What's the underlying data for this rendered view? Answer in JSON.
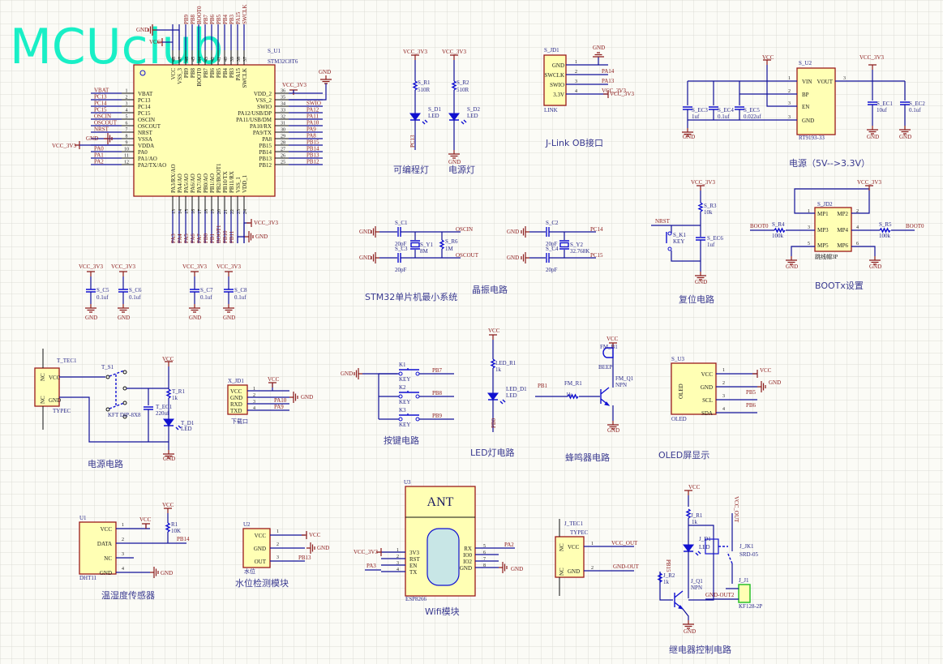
{
  "watermark": "MCUclub",
  "colors": {
    "wire": "#10109a",
    "net": "#8b1a1a",
    "body": "#ffffb4",
    "border": "#9b1a1a",
    "title": "#3a3a90",
    "watermark": "#19efc6"
  },
  "mcu": {
    "ref": "S_U1",
    "part": "STM32C8T6",
    "left": [
      [
        "1",
        "VBAT",
        "VBAT"
      ],
      [
        "2",
        "PC13",
        "PC13"
      ],
      [
        "3",
        "PC14",
        "PC14"
      ],
      [
        "4",
        "PC15",
        "PC15"
      ],
      [
        "5",
        "OSCIN",
        "OSCIN"
      ],
      [
        "6",
        "OSCOUT",
        "OSCOUT"
      ],
      [
        "7",
        "NRST",
        "NRST"
      ],
      [
        "8",
        "VSSA",
        ""
      ],
      [
        "9",
        "VDDA",
        ""
      ],
      [
        "10",
        "PA0",
        "PA0"
      ],
      [
        "11",
        "PA1/AO",
        "PA1"
      ],
      [
        "12",
        "PA2/TX/AO",
        "PA2"
      ]
    ],
    "right": [
      [
        "36",
        "VDD_2",
        ""
      ],
      [
        "35",
        "VSS_2",
        ""
      ],
      [
        "34",
        "SWIO",
        "SWIO"
      ],
      [
        "33",
        "PA12/USB/DP",
        "PA12"
      ],
      [
        "32",
        "PA11/USB/DM",
        "PA11"
      ],
      [
        "31",
        "PA10/RX",
        "PA10"
      ],
      [
        "30",
        "PA9/TX",
        "PA9"
      ],
      [
        "29",
        "PA8",
        "PA8"
      ],
      [
        "28",
        "PB15",
        "PB15"
      ],
      [
        "27",
        "PB14",
        "PB14"
      ],
      [
        "26",
        "PB13",
        "PB13"
      ],
      [
        "25",
        "PB12",
        "PB12"
      ]
    ],
    "top": [
      [
        "48",
        "VCC",
        ""
      ],
      [
        "47",
        "VSS_3",
        ""
      ],
      [
        "46",
        "PB9",
        "PB9"
      ],
      [
        "45",
        "PB8",
        "PB8"
      ],
      [
        "44",
        "BOOT0",
        "BOOT0"
      ],
      [
        "43",
        "PB7",
        "PB7"
      ],
      [
        "42",
        "PB6",
        "PB6"
      ],
      [
        "41",
        "PB5",
        "PB5"
      ],
      [
        "40",
        "PB4",
        "PB4"
      ],
      [
        "39",
        "PB3",
        "PB3"
      ],
      [
        "38",
        "PA15",
        "PA15"
      ],
      [
        "37",
        "SWCLK",
        "SWCLK"
      ]
    ],
    "bottom": [
      [
        "13",
        "PA3/RX/AO",
        "PA3"
      ],
      [
        "14",
        "PA4/AO",
        "PA4"
      ],
      [
        "15",
        "PA5/AO",
        "PA5"
      ],
      [
        "16",
        "PA6/AO",
        "PA6"
      ],
      [
        "17",
        "PA7/AO",
        "PA7"
      ],
      [
        "18",
        "PB0/AO",
        "PB0"
      ],
      [
        "19",
        "PB1/AO",
        "PB1"
      ],
      [
        "20",
        "PB2/BOOT1",
        "BOOT1"
      ],
      [
        "21",
        "PB10/TX",
        "PB10"
      ],
      [
        "22",
        "PB11/RX",
        "PB11"
      ],
      [
        "23",
        "VSS_1",
        ""
      ],
      [
        "24",
        "VDD_1",
        ""
      ]
    ],
    "gnd_top": "GND",
    "vcc_top": "VCC",
    "vcc3_right": "VCC_3V3",
    "gnd_right": "GND",
    "gnd_left": "GND",
    "vcc3_left": "VCC_3V3",
    "vcc3_bottom": "VCC_3V3",
    "gnd_bottom": "GND"
  },
  "decoupling": [
    {
      "ref": "S_C5",
      "val": "0.1uf",
      "pwr": "VCC_3V3",
      "gnd": "GND"
    },
    {
      "ref": "S_C6",
      "val": "0.1uf",
      "pwr": "VCC_3V3",
      "gnd": "GND"
    },
    {
      "ref": "S_C7",
      "val": "0.1uf",
      "pwr": "VCC_3V3",
      "gnd": "GND"
    },
    {
      "ref": "S_C8",
      "val": "0.1uf",
      "pwr": "VCC_3V3",
      "gnd": "GND"
    }
  ],
  "leds": {
    "pwr1": "VCC_3V3",
    "pwr2": "VCC_3V3",
    "r1": "S_R1",
    "r1v": "510R",
    "r2": "S_R2",
    "r2v": "510R",
    "d1": "S_D1",
    "d1v": "LED",
    "d2": "S_D2",
    "d2v": "LED",
    "net": "PC13",
    "gnd": "GND",
    "title1": "可编程灯",
    "title2": "电源灯"
  },
  "jlink": {
    "ref": "S_JD1",
    "part": "LINK",
    "pins": [
      "GND",
      "SWCLK",
      "SWIO",
      "3.3V"
    ],
    "nums": [
      "1",
      "2",
      "3",
      "4"
    ],
    "nets": [
      "",
      "PA14",
      "PA13",
      "VCC_3V3"
    ],
    "gnd": "GND",
    "title": "J-Link OB接口"
  },
  "ldo": {
    "ref": "S_U2",
    "part": "RT9193-33",
    "pins": [
      "VIN",
      "VOUT",
      "BP",
      "EN",
      "GND"
    ],
    "nums": [
      "1",
      "3",
      "2",
      "3",
      "3"
    ],
    "vcc": "VCC",
    "vcc3": "VCC_3V3",
    "caps": [
      {
        "ref": "S_EC3",
        "val": "1uf"
      },
      {
        "ref": "S_EC4",
        "val": "0.1uf"
      },
      {
        "ref": "S_EC5",
        "val": "0.022uf"
      },
      {
        "ref": "S_EC1",
        "val": "10uf"
      },
      {
        "ref": "S_EC2",
        "val": "0.1uf"
      }
    ],
    "gnd": "GND",
    "title": "电源（5V-->3.3V）"
  },
  "crystal": {
    "c1": "S_C1",
    "c3": "S_C3",
    "c2": "S_C2",
    "c4": "S_C4",
    "cval": "20pF",
    "y1": "S_Y1",
    "y1v": "8M",
    "r6": "S_R6",
    "r6v": "1M",
    "y2": "S_Y2",
    "y2v": "32.768K",
    "oscin": "OSCIN",
    "oscout": "OSCOUT",
    "pc14": "PC14",
    "pc15": "PC15",
    "gnd": "GND",
    "title": "晶振电路",
    "title_min": "STM32单片机最小系统"
  },
  "reset": {
    "vcc3": "VCC_3V3",
    "r3": "S_R3",
    "r3v": "10k",
    "nrst": "NRST",
    "k1": "S_K1",
    "k1v": "KEY",
    "ec6": "S_EC6",
    "ec6v": "1uf",
    "gnd": "GND",
    "title": "复位电路"
  },
  "boot": {
    "vcc3": "VCC_3V3",
    "ref": "S_JD2",
    "part": "跳线帽3P",
    "pins": [
      "MP1",
      "MP2",
      "MP3",
      "MP4",
      "MP5",
      "MP6"
    ],
    "nums": [
      "1",
      "2",
      "3",
      "4",
      "5",
      "6"
    ],
    "boot0": "BOOT0",
    "r4": "S_R4",
    "r5": "S_R5",
    "rv": "100k",
    "gnd": "GND",
    "title": "BOOTx设置"
  },
  "power": {
    "tec": "T_TEC1",
    "typec": "TYPEC",
    "vcc": "VCC",
    "gndpin": "GND",
    "nc": "NC",
    "s1": "T_S1",
    "s1v": "KFT DIP-8X8",
    "pwr": "VCC",
    "r1": "T_R1",
    "r1v": "1k",
    "ec1": "T_EC1",
    "ec1v": "220uf",
    "d1": "T_D1",
    "d1v": "LED",
    "gnd": "GND",
    "title": "电源电路"
  },
  "download": {
    "ref": "X_JD1",
    "part": "下载口",
    "pins": [
      "VCC",
      "GND",
      "RXD",
      "TXD"
    ],
    "nums": [
      "1",
      "2",
      "3",
      "4"
    ],
    "vcc": "VCC",
    "gnd": "GND",
    "nets": [
      "PA10",
      "PA9"
    ]
  },
  "keys": {
    "gnd": "GND",
    "items": [
      {
        "ref": "K1",
        "val": "KEY",
        "net": "PB7"
      },
      {
        "ref": "K2",
        "val": "KEY",
        "net": "PB8"
      },
      {
        "ref": "K3",
        "val": "KEY",
        "net": "PB9"
      }
    ],
    "title": "按键电路"
  },
  "ledlight": {
    "vcc": "VCC",
    "r": "LED_R1",
    "rv": "1k",
    "d": "LED_D1",
    "dv": "LED",
    "net": "PB0",
    "title": "LED灯电路"
  },
  "buzzer": {
    "vcc": "VCC",
    "b": "FM_B1",
    "bv": "BEEP",
    "q": "FM_Q1",
    "qv": "NPN",
    "net": "PB1",
    "r": "FM_R1",
    "rv": "1k",
    "gnd": "GND",
    "title": "蜂鸣器电路"
  },
  "oled": {
    "ref": "S_U3",
    "part": "OLED",
    "inner": "OLED",
    "pins": [
      "VCC",
      "GND",
      "SCL",
      "SDA"
    ],
    "nums": [
      "1",
      "2",
      "3",
      "4"
    ],
    "nets": [
      "VCC",
      "GND",
      "PB5",
      "PB6"
    ],
    "title": "OLED屏显示"
  },
  "dht": {
    "ref": "U1",
    "part": "DHT11",
    "pins": [
      "VCC",
      "DATA",
      "NC",
      "GND"
    ],
    "nums": [
      "1",
      "2",
      "3",
      "4"
    ],
    "vcc": "VCC",
    "r": "R1",
    "rv": "10K",
    "rvcc": "VCC",
    "net": "PB14",
    "gnd": "GND",
    "title": "温湿度传感器"
  },
  "water": {
    "ref": "U2",
    "part": "水位",
    "pins": [
      "VCC",
      "GND",
      "OUT"
    ],
    "nums": [
      "1",
      "2",
      "3"
    ],
    "nets": [
      "VCC",
      "GND",
      "PB13"
    ],
    "title": "水位检测模块"
  },
  "wifi": {
    "ref": "U3",
    "part": "ESP8266",
    "ant": "ANT",
    "lpins": [
      "3V3",
      "RST",
      "EN",
      "TX"
    ],
    "rpins": [
      "RX",
      "IO0",
      "IO2",
      "GND"
    ],
    "lnums": [
      "1",
      "2",
      "3",
      "4"
    ],
    "rnums": [
      "5",
      "6",
      "7",
      "8"
    ],
    "vcc3": "VCC_3V3",
    "pa3": "PA3",
    "pa2": "PA2",
    "gnd": "GND",
    "title": "Wifi模块"
  },
  "typec2": {
    "ref": "J_TEC1",
    "part": "TYPEC",
    "pins": [
      "VCC",
      "GND"
    ],
    "nc": "NC",
    "nums": [
      "1",
      "2"
    ],
    "nets": [
      "VCC_OUT",
      "GND-OUT"
    ]
  },
  "relay": {
    "vcc": "VCC",
    "r1": "J_R1",
    "r1v": "1k",
    "d1": "J_D1",
    "d1v": "LED",
    "net": "PB15",
    "r2": "J_R2",
    "r2v": "1k",
    "q": "J_Q1",
    "qv": "NPN",
    "vout": "VCC_OUT",
    "jk": "J_JK1",
    "jkv": "SRD-05",
    "j1": "J_J1",
    "j1v": "KF128-2P",
    "gndout": "GND-OUT2",
    "gnd": "GND",
    "title": "继电器控制电路"
  }
}
